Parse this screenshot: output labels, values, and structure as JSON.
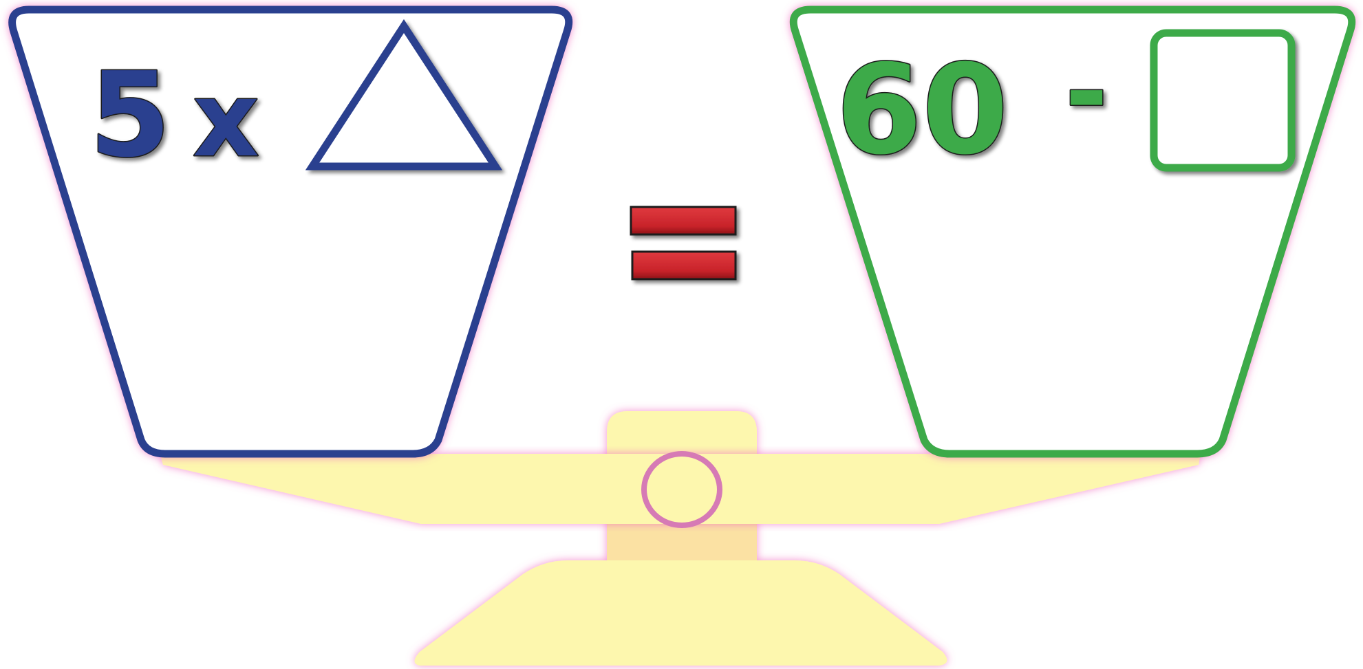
{
  "equation": {
    "left": {
      "coefficient": "5",
      "operator": "x",
      "unknown_shape": "triangle"
    },
    "equals_symbol": "equals-sign",
    "right": {
      "constant": "60",
      "operator": "-",
      "unknown_shape": "square"
    }
  },
  "colors": {
    "left_pan": "#2b3f8f",
    "right_pan": "#3daa4a",
    "equals": "#d0262b",
    "scale_body": "#fdf7ae",
    "glow": "#f06bc0",
    "pivot": "#d67ab5"
  }
}
